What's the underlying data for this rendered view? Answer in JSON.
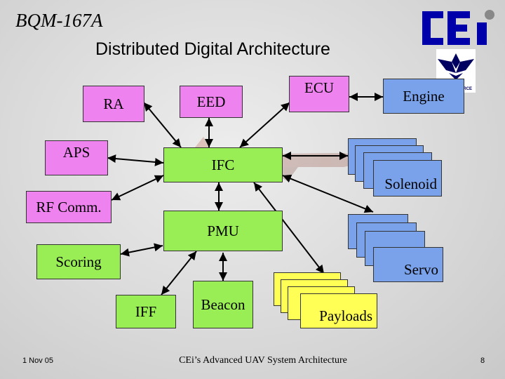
{
  "slide": {
    "title_model": "BQM-167A",
    "title_main": "Distributed Digital Architecture",
    "logo": {
      "brand": "cei-logo",
      "color": "#0000aa"
    },
    "air_force_logo": {
      "icon": "usaf-wings-icon",
      "text": "U.S. AIR FORCE",
      "color": "#000060"
    }
  },
  "diagram": {
    "colors": {
      "pink": "#ee82ee",
      "green": "#99ee55",
      "blue": "#7aa2ea",
      "yellow": "#ffff55"
    },
    "nodes": {
      "ra": "RA",
      "eed": "EED",
      "ecu": "ECU",
      "engine": "Engine",
      "aps": "APS",
      "ifc": "IFC",
      "solenoid": "Solenoid",
      "rf_comm": "RF Comm.",
      "pmu": "PMU",
      "scoring": "Scoring",
      "servo": "Servo",
      "iff": "IFF",
      "beacon": "Beacon",
      "payloads": "Payloads"
    }
  },
  "footer": {
    "date": "1 Nov 05",
    "caption": "CEi’s Advanced UAV System Architecture",
    "page": "8"
  }
}
